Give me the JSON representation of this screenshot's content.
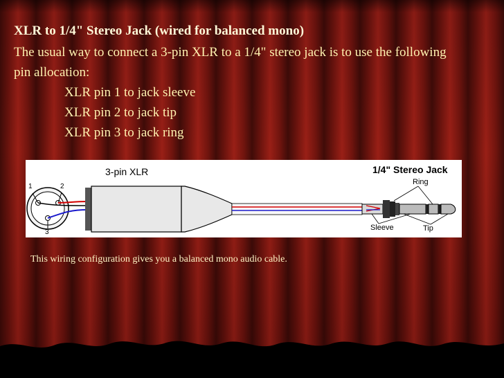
{
  "slide": {
    "title": "XLR to 1/4\" Stereo Jack (wired for balanced mono)",
    "intro": "The usual way to connect a 3-pin XLR to a 1/4\" stereo jack is to use the following pin allocation:",
    "pin_allocation": [
      "XLR pin 1 to jack sleeve",
      "XLR pin 2 to jack tip",
      "XLR pin 3 to jack ring"
    ],
    "caption": "This wiring configuration gives you a balanced mono audio cable."
  },
  "diagram": {
    "xlr_label": "3-pin XLR",
    "jack_label": "1/4\" Stereo Jack",
    "pin_1": "1",
    "pin_2": "2",
    "pin_3": "3",
    "ring_label": "Ring",
    "sleeve_label": "Sleeve",
    "tip_label": "Tip",
    "wire_colors": {
      "red": "#d40000",
      "blue": "#1a1acc"
    }
  },
  "theme": {
    "curtain": "#7a1510",
    "title_color": "#fff8d8",
    "text_color": "#fff2b0"
  }
}
